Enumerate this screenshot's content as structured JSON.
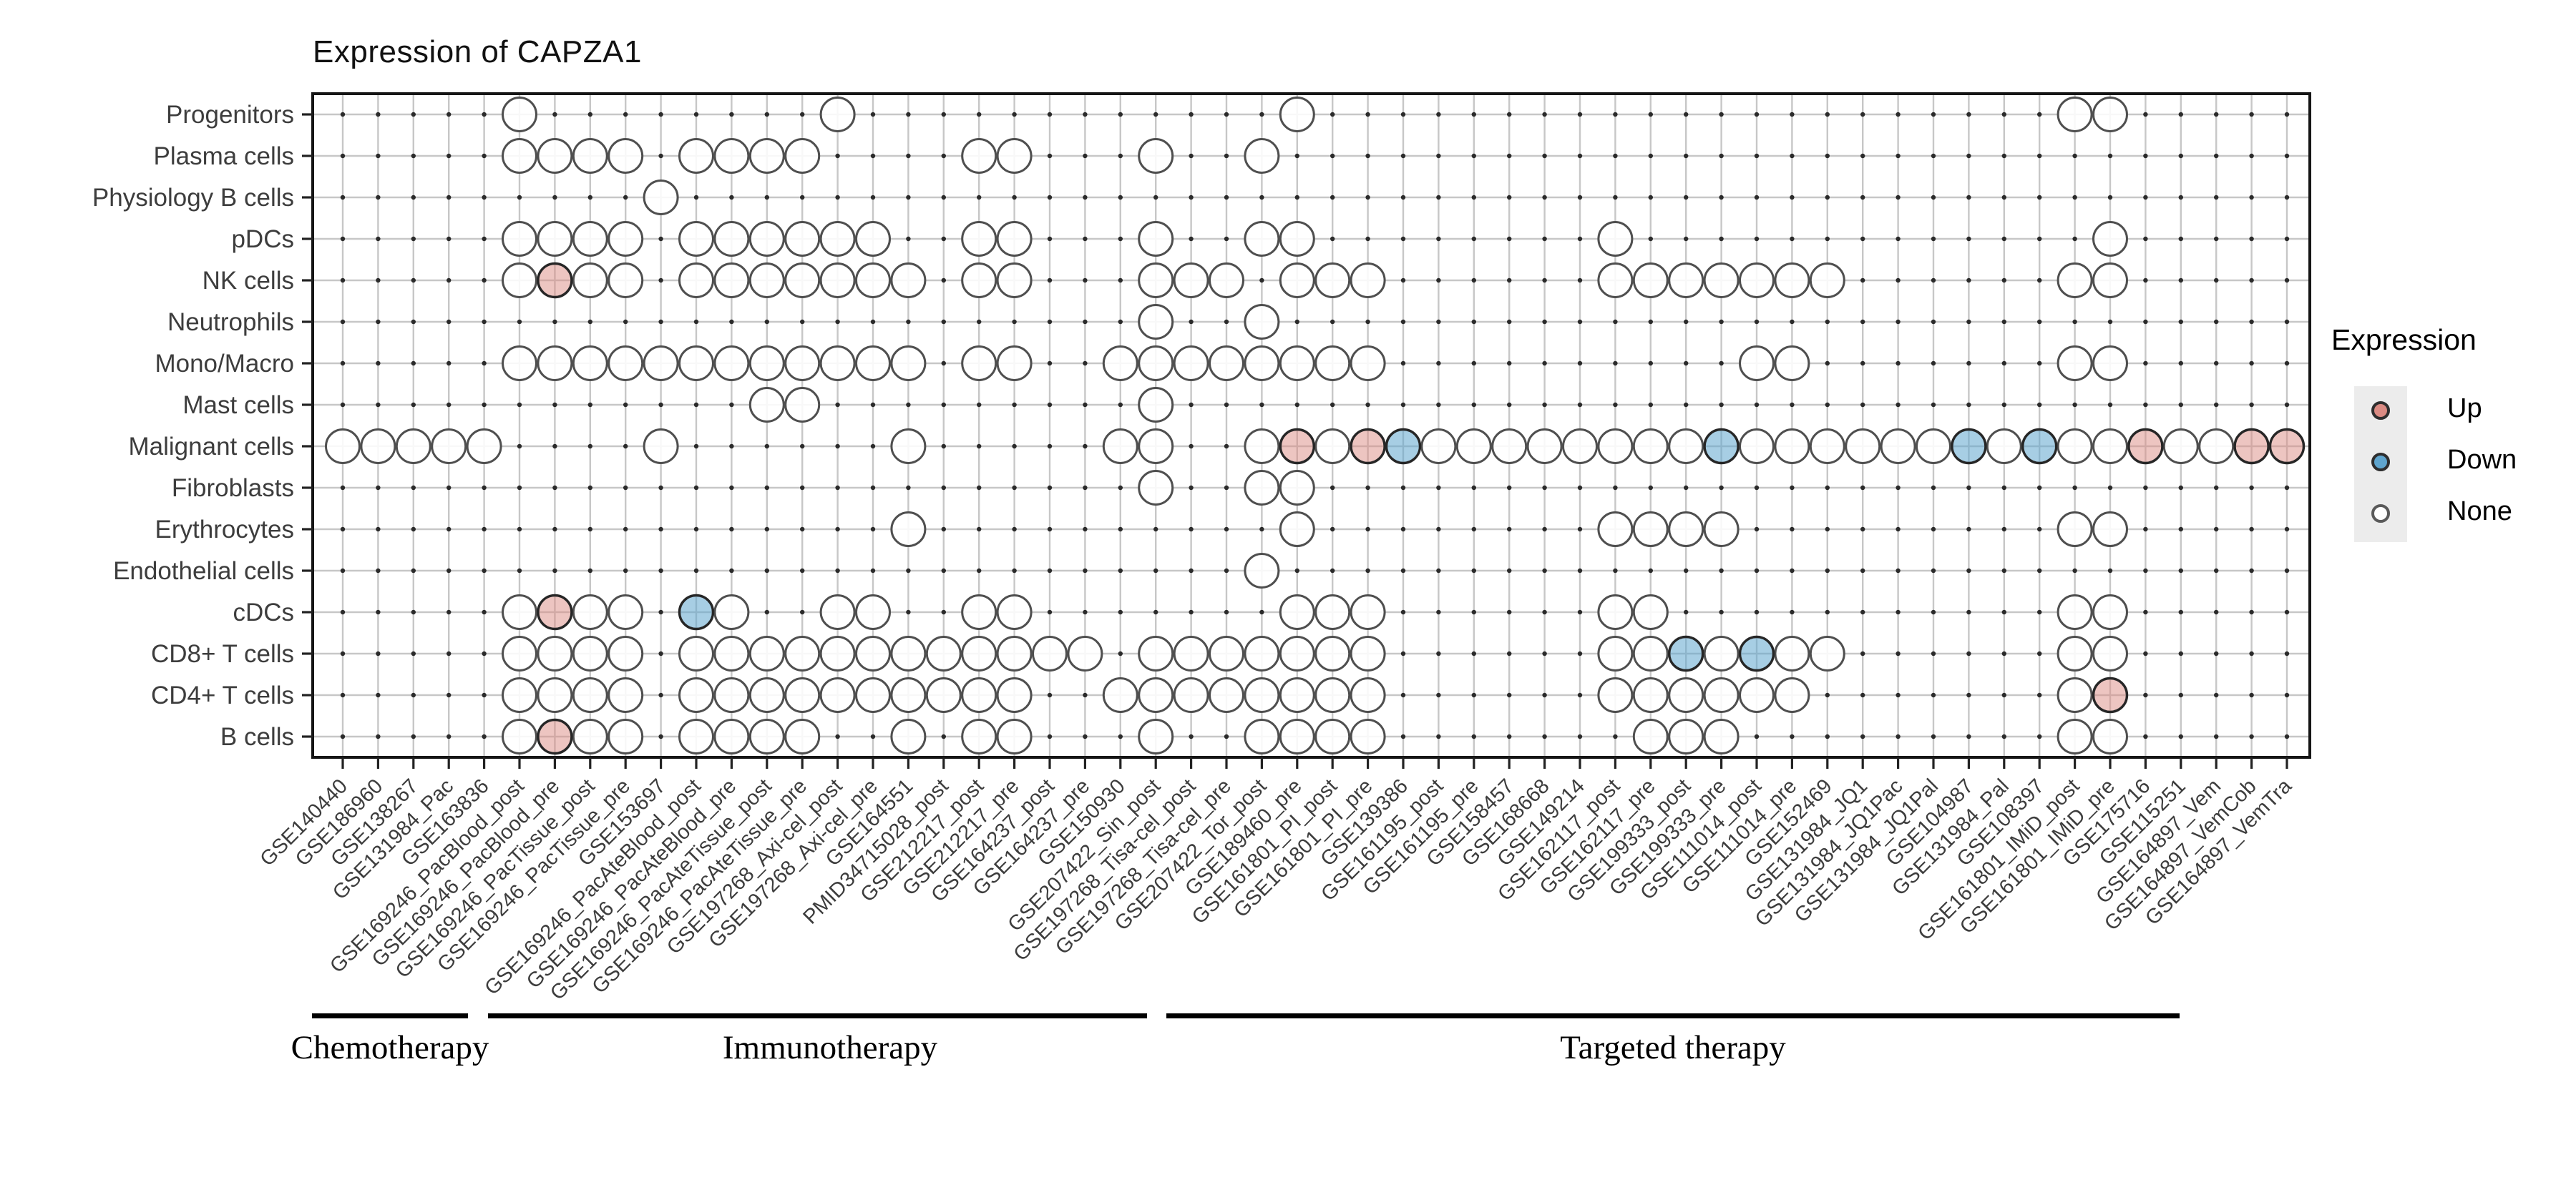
{
  "title": "Expression of CAPZA1",
  "legend": {
    "title": "Expression",
    "items": [
      {
        "label": "Up",
        "value": "up"
      },
      {
        "label": "Down",
        "value": "down"
      },
      {
        "label": "None",
        "value": "none"
      }
    ]
  },
  "colors": {
    "up_fill": "#DB8B83",
    "down_fill": "#5FA5CE",
    "none_fill": "#ffffff",
    "circle_border": "#4f4f4f",
    "colored_circle_border": "#262626",
    "grid_line": "#c7c7c7",
    "grid_dot": "#2b2b2b",
    "panel_border": "#151515",
    "legend_key_bg": "#ececec"
  },
  "chart_data": {
    "type": "heatmap",
    "title": "Expression of CAPZA1",
    "value_domain": [
      "up",
      "down",
      "none"
    ],
    "legend_title": "Expression",
    "x_categories": [
      "GSE140440",
      "GSE186960",
      "GSE138267",
      "GSE131984_Pac",
      "GSE163836",
      "GSE169246_PacBlood_post",
      "GSE169246_PacBlood_pre",
      "GSE169246_PacTissue_post",
      "GSE169246_PacTissue_pre",
      "GSE153697",
      "GSE169246_PacAteBlood_post",
      "GSE169246_PacAteBlood_pre",
      "GSE169246_PacAteTissue_post",
      "GSE169246_PacAteTissue_pre",
      "GSE197268_Axi-cel_post",
      "GSE197268_Axi-cel_pre",
      "GSE164551",
      "PMID34715028_post",
      "GSE212217_post",
      "GSE212217_pre",
      "GSE164237_post",
      "GSE164237_pre",
      "GSE150930",
      "GSE207422_Sin_post",
      "GSE197268_Tisa-cel_post",
      "GSE197268_Tisa-cel_pre",
      "GSE207422_Tor_post",
      "GSE189460_pre",
      "GSE161801_PI_post",
      "GSE161801_PI_pre",
      "GSE139386",
      "GSE161195_post",
      "GSE161195_pre",
      "GSE158457",
      "GSE168668",
      "GSE149214",
      "GSE162117_post",
      "GSE162117_pre",
      "GSE199333_post",
      "GSE199333_pre",
      "GSE111014_post",
      "GSE111014_pre",
      "GSE152469",
      "GSE131984_JQ1",
      "GSE131984_JQ1Pac",
      "GSE131984_JQ1Pal",
      "GSE104987",
      "GSE131984_Pal",
      "GSE108397",
      "GSE161801_IMiD_post",
      "GSE161801_IMiD_pre",
      "GSE175716",
      "GSE115251",
      "GSE164897_Vem",
      "GSE164897_VemCob",
      "GSE164897_VemTra"
    ],
    "y_categories": [
      "Progenitors",
      "Plasma cells",
      "Physiology B cells",
      "pDCs",
      "NK cells",
      "Neutrophils",
      "Mono/Macro",
      "Mast cells",
      "Malignant cells",
      "Fibroblasts",
      "Erythrocytes",
      "Endothelial cells",
      "cDCs",
      "CD8+ T cells",
      "CD4+ T cells",
      "B cells"
    ],
    "rows": [
      {
        "label": "Progenitors",
        "none": [
          6,
          15,
          28,
          50,
          51
        ],
        "up": [],
        "down": []
      },
      {
        "label": "Plasma cells",
        "none": [
          6,
          7,
          8,
          9,
          11,
          12,
          13,
          14,
          19,
          20,
          24,
          27
        ],
        "up": [],
        "down": []
      },
      {
        "label": "Physiology B cells",
        "none": [
          10
        ],
        "up": [],
        "down": []
      },
      {
        "label": "pDCs",
        "none": [
          6,
          7,
          8,
          9,
          11,
          12,
          13,
          14,
          15,
          16,
          19,
          20,
          24,
          27,
          28,
          37,
          51
        ],
        "up": [],
        "down": []
      },
      {
        "label": "NK cells",
        "none": [
          6,
          8,
          9,
          11,
          12,
          13,
          14,
          15,
          16,
          17,
          19,
          20,
          24,
          25,
          26,
          28,
          29,
          30,
          37,
          38,
          39,
          40,
          41,
          42,
          43,
          50,
          51
        ],
        "up": [
          7
        ],
        "down": []
      },
      {
        "label": "Neutrophils",
        "none": [
          24,
          27
        ],
        "up": [],
        "down": []
      },
      {
        "label": "Mono/Macro",
        "none": [
          6,
          7,
          8,
          9,
          10,
          11,
          12,
          13,
          14,
          15,
          16,
          17,
          19,
          20,
          23,
          24,
          25,
          26,
          27,
          28,
          29,
          30,
          41,
          42,
          50,
          51
        ],
        "up": [],
        "down": []
      },
      {
        "label": "Mast cells",
        "none": [
          13,
          14,
          24
        ],
        "up": [],
        "down": []
      },
      {
        "label": "Malignant cells",
        "none": [
          1,
          2,
          3,
          4,
          5,
          10,
          17,
          23,
          24,
          27,
          29,
          32,
          33,
          34,
          35,
          36,
          37,
          38,
          39,
          41,
          42,
          43,
          44,
          45,
          46,
          48,
          50,
          51,
          53,
          54
        ],
        "up": [
          28,
          30,
          52,
          55,
          56
        ],
        "down": [
          31,
          40,
          47,
          49
        ]
      },
      {
        "label": "Fibroblasts",
        "none": [
          24,
          27,
          28
        ],
        "up": [],
        "down": []
      },
      {
        "label": "Erythrocytes",
        "none": [
          17,
          28,
          37,
          38,
          39,
          40,
          50,
          51
        ],
        "up": [],
        "down": []
      },
      {
        "label": "Endothelial cells",
        "none": [
          27
        ],
        "up": [],
        "down": []
      },
      {
        "label": "cDCs",
        "none": [
          6,
          8,
          9,
          12,
          15,
          16,
          19,
          20,
          28,
          29,
          30,
          37,
          38,
          50,
          51
        ],
        "up": [
          7
        ],
        "down": [
          11
        ]
      },
      {
        "label": "CD8+ T cells",
        "none": [
          6,
          7,
          8,
          9,
          11,
          12,
          13,
          14,
          15,
          16,
          17,
          18,
          19,
          20,
          21,
          22,
          24,
          25,
          26,
          27,
          28,
          29,
          30,
          37,
          38,
          40,
          42,
          43,
          50,
          51
        ],
        "up": [],
        "down": [
          39,
          41
        ]
      },
      {
        "label": "CD4+ T cells",
        "none": [
          6,
          7,
          8,
          9,
          11,
          12,
          13,
          14,
          15,
          16,
          17,
          18,
          19,
          20,
          23,
          24,
          25,
          26,
          27,
          28,
          29,
          30,
          37,
          38,
          39,
          40,
          41,
          42,
          50
        ],
        "up": [
          51
        ],
        "down": []
      },
      {
        "label": "B cells",
        "none": [
          6,
          8,
          9,
          11,
          12,
          13,
          14,
          17,
          19,
          20,
          24,
          27,
          28,
          29,
          30,
          38,
          39,
          40,
          50,
          51
        ],
        "up": [
          7
        ],
        "down": []
      }
    ],
    "annotations": {
      "therapy_groups": [
        {
          "label": "Chemotherapy",
          "col_start": 1,
          "col_end": 4
        },
        {
          "label": "Immunotherapy",
          "col_start": 5,
          "col_end": 23
        },
        {
          "label": "Targeted therapy",
          "col_start": 24,
          "col_end": 53
        }
      ]
    },
    "layout_hints": {
      "grid": true,
      "legend_position": "right",
      "x_label_rotation": 45
    }
  }
}
